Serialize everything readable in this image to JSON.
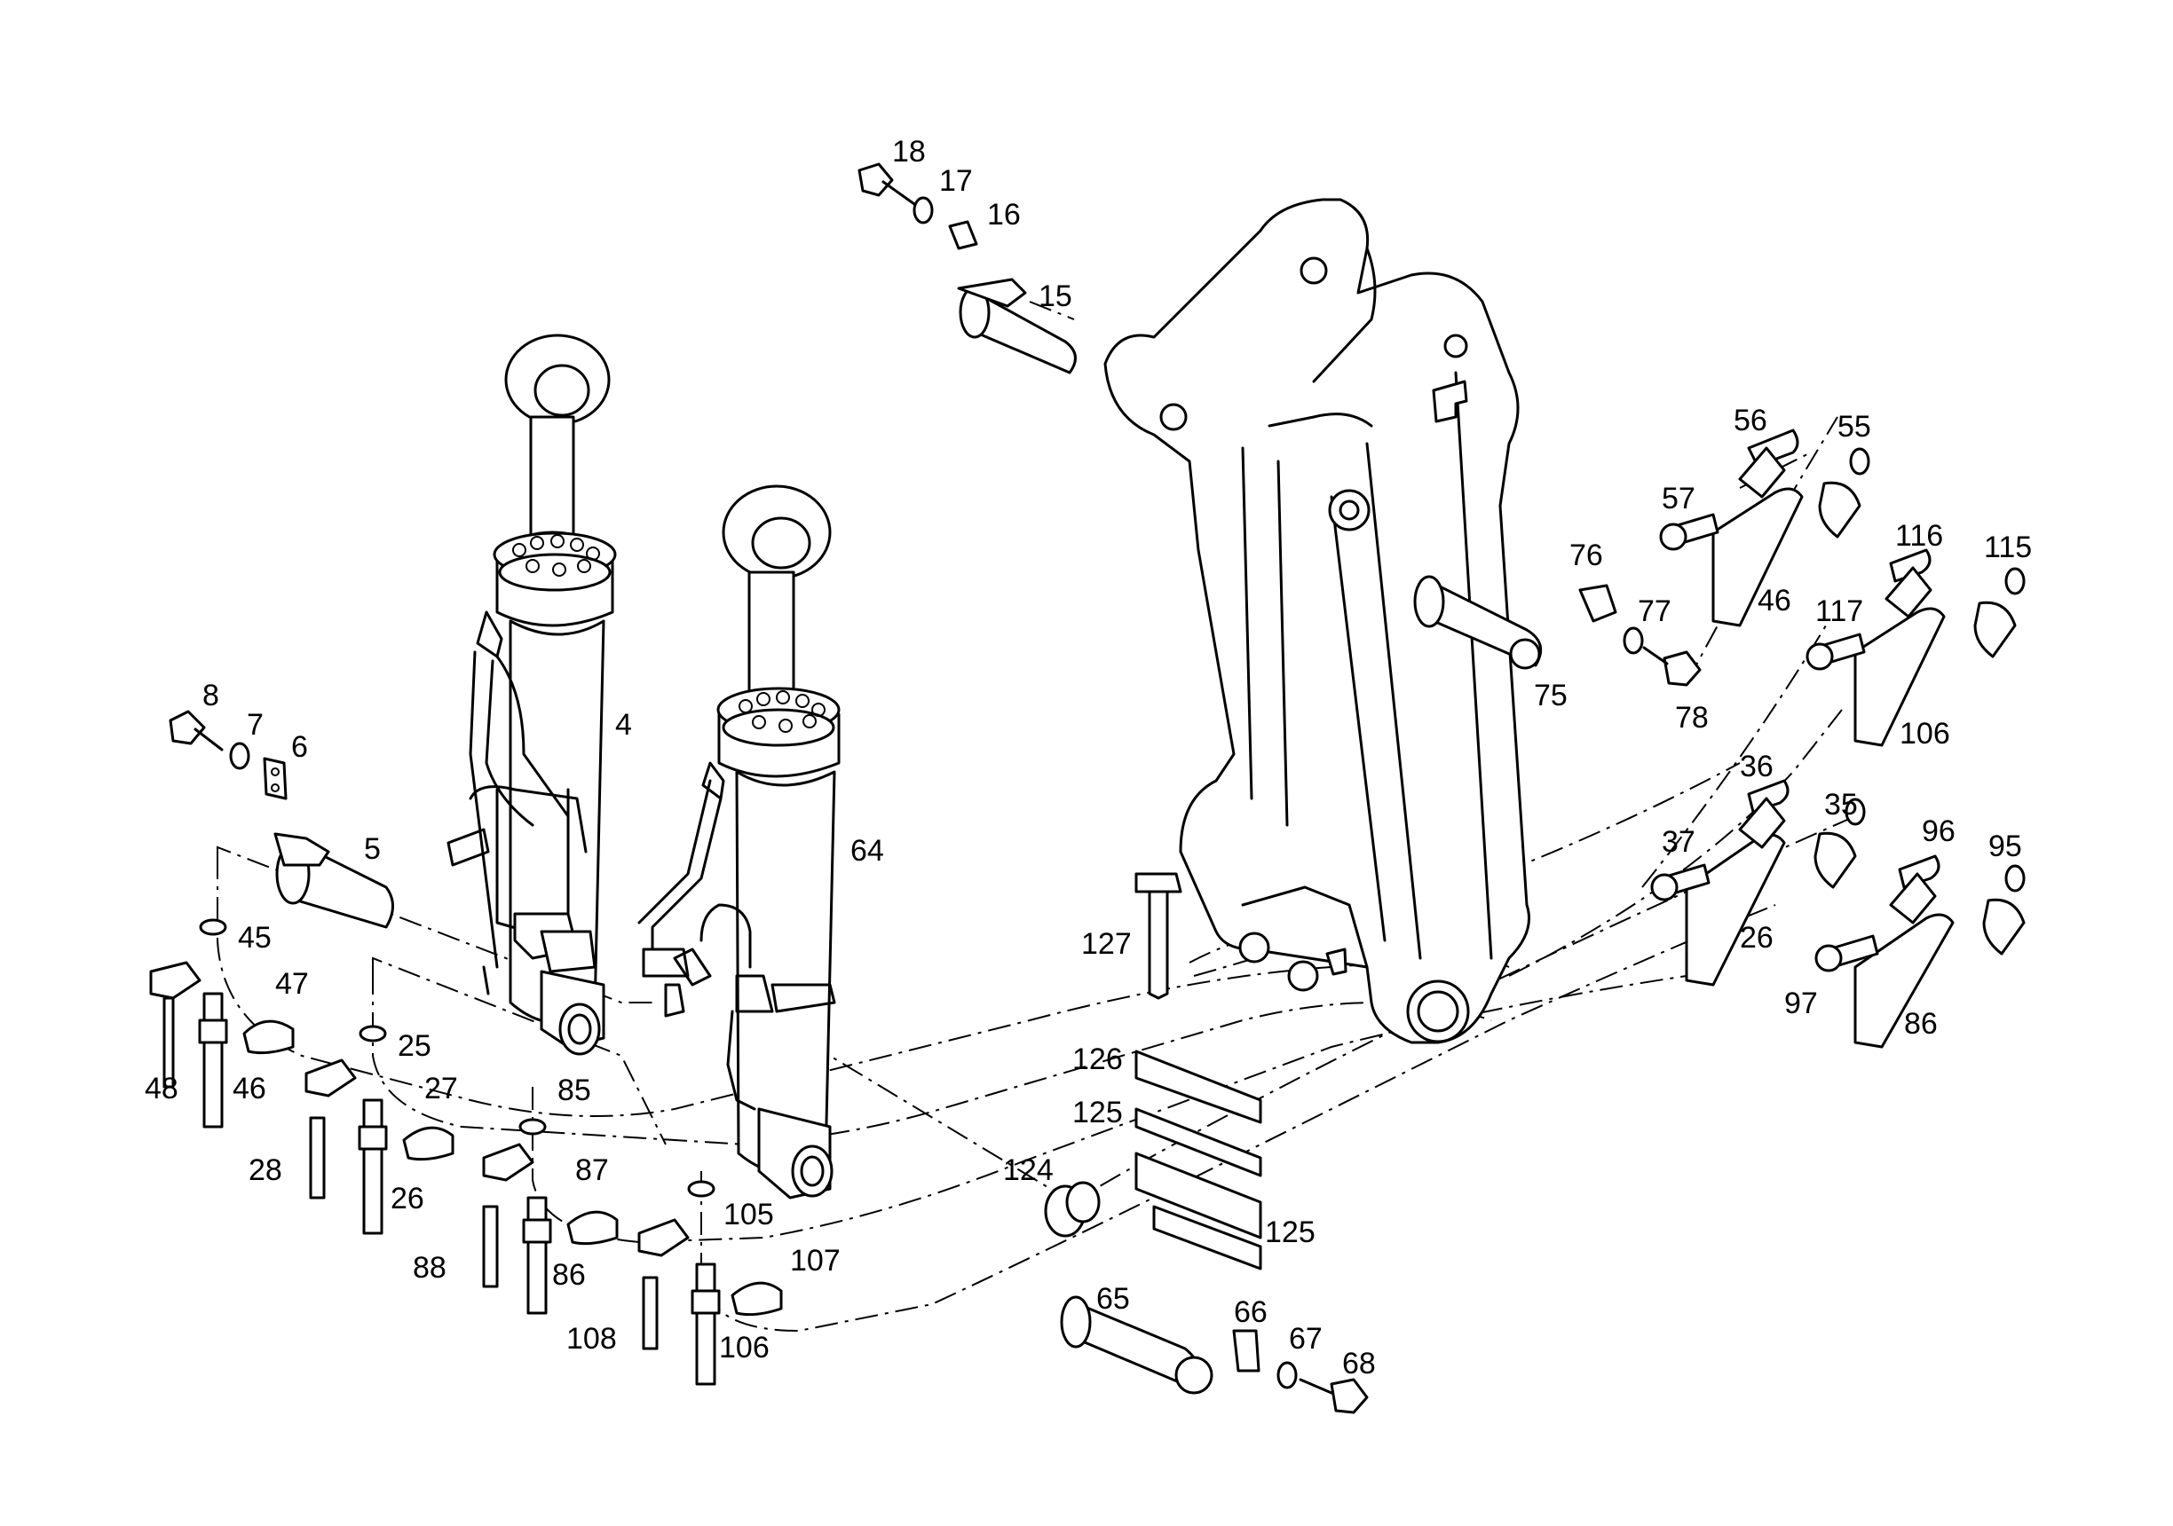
{
  "diagram": {
    "labels": {
      "l4": "4",
      "l5": "5",
      "l6": "6",
      "l7": "7",
      "l8": "8",
      "l15": "15",
      "l16": "16",
      "l17": "17",
      "l18": "18",
      "l25": "25",
      "l26a": "26",
      "l26b": "26",
      "l27": "27",
      "l28": "28",
      "l35": "35",
      "l36": "36",
      "l37": "37",
      "l45": "45",
      "l46a": "46",
      "l46b": "46",
      "l47": "47",
      "l48": "48",
      "l55": "55",
      "l56": "56",
      "l57": "57",
      "l64": "64",
      "l65": "65",
      "l66": "66",
      "l67": "67",
      "l68": "68",
      "l75": "75",
      "l76": "76",
      "l77": "77",
      "l78": "78",
      "l85": "85",
      "l86a": "86",
      "l86b": "86",
      "l87": "87",
      "l88": "88",
      "l95": "95",
      "l96": "96",
      "l97": "97",
      "l105": "105",
      "l106a": "106",
      "l106b": "106",
      "l107": "107",
      "l108": "108",
      "l115": "115",
      "l116": "116",
      "l117": "117",
      "l124": "124",
      "l125a": "125",
      "l125b": "125",
      "l126": "126",
      "l127": "127"
    }
  }
}
